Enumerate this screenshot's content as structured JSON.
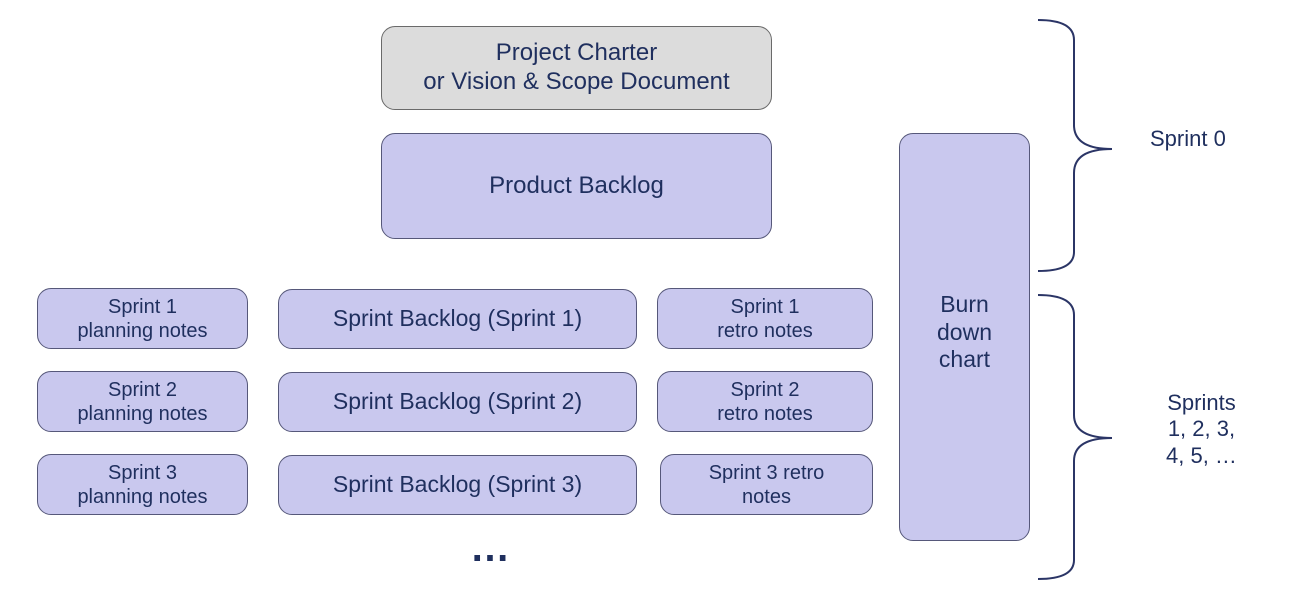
{
  "top": {
    "charter": "Project Charter\nor Vision & Scope Document",
    "product_backlog": "Product Backlog"
  },
  "burndown": "Burn\ndown\nchart",
  "sprint_rows": [
    {
      "planning": "Sprint 1\nplanning notes",
      "backlog": "Sprint Backlog (Sprint 1)",
      "retro": "Sprint 1\nretro notes"
    },
    {
      "planning": "Sprint 2\nplanning notes",
      "backlog": "Sprint Backlog (Sprint 2)",
      "retro": "Sprint 2\nretro notes"
    },
    {
      "planning": "Sprint 3\nplanning notes",
      "backlog": "Sprint Backlog (Sprint 3)",
      "retro": "Sprint 3 retro\nnotes"
    }
  ],
  "ellipsis": "…",
  "brace_labels": {
    "sprint0": "Sprint 0",
    "sprints": "Sprints\n1, 2, 3,\n4, 5, …"
  },
  "colors": {
    "box_fill": "#c9c8ee",
    "charter_fill": "#dcdcdc",
    "text": "#1f2f5e",
    "brace": "#2b3566"
  }
}
